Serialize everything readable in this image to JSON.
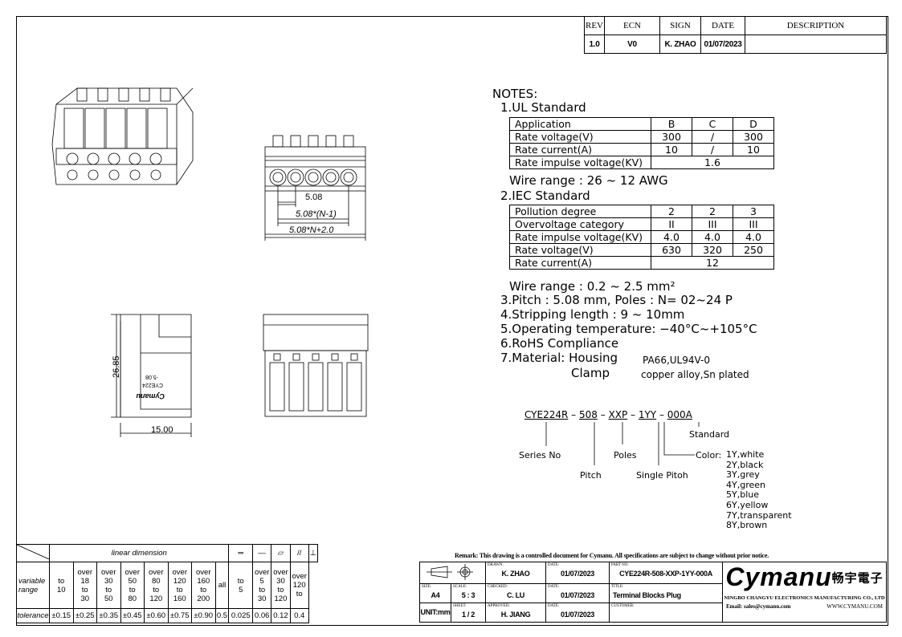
{
  "revision_table": {
    "headers": [
      "REV",
      "ECN",
      "SIGN",
      "DATE",
      "DESCRIPTION"
    ],
    "row": [
      "1.0",
      "V0",
      "K. ZHAO",
      "01/07/2023",
      ""
    ]
  },
  "drawing": {
    "dim_pitch": "5.08",
    "dim_n_minus_1": "5.08*(N-1)",
    "dim_total": "5.08*N+2.0",
    "dim_height": "26.85",
    "dim_width": "15.00",
    "side_label_1": "-5.08",
    "side_label_2": "CYE224",
    "side_label_3": "Cymanu"
  },
  "notes": {
    "heading": "NOTES:",
    "ul_title": "1.UL Standard",
    "ul_table": [
      [
        "Application",
        "B",
        "C",
        "D"
      ],
      [
        "Rate voltage(V)",
        "300",
        "/",
        "300"
      ],
      [
        "Rate current(A)",
        "10",
        "/",
        "10"
      ],
      [
        "Rate impulse voltage(KV)",
        "1.6"
      ]
    ],
    "ul_wire_range": "Wire range : 26 ~ 12 AWG",
    "iec_title": "2.IEC Standard",
    "iec_table": [
      [
        "Pollution degree",
        "2",
        "2",
        "3"
      ],
      [
        "Overvoltage category",
        "II",
        "III",
        "III"
      ],
      [
        "Rate impulse voltage(KV)",
        "4.0",
        "4.0",
        "4.0"
      ],
      [
        "Rate voltage(V)",
        "630",
        "320",
        "250"
      ],
      [
        "Rate current(A)",
        "12"
      ]
    ],
    "iec_wire_range": "Wire range : 0.2 ~ 2.5 mm²",
    "pitch": "3.Pitch : 5.08      mm, Poles : N= 02~24 P",
    "stripping": "4.Stripping length : 9 ~ 10mm",
    "operating_temp": "5.Operating temperature: −40°C~+105°C",
    "rohs": "6.RoHS Compliance",
    "material_label": "7.Material: Housing",
    "material_housing": "PA66,UL94V-0",
    "material_clamp_label": "Clamp",
    "material_clamp": "copper alloy,Sn plated"
  },
  "part_code": {
    "segments": [
      "CYE224R",
      "508",
      "XXP",
      "1YY",
      "000A"
    ],
    "standard_label": "Standard",
    "series_label": "Series No",
    "poles_label": "Poles",
    "pitch_label": "Pitch",
    "single_pitch_label": "Single Pitoh",
    "color_label": "Color:",
    "colors": [
      "1Y,white",
      "2Y,black",
      "3Y,grey",
      "4Y,green",
      "5Y,blue",
      "6Y,yellow",
      "7Y,transparent",
      "8Y,brown"
    ]
  },
  "tolerance_table": {
    "header_linear": "linear dimension",
    "row_label": "variable range",
    "ranges": [
      [
        "to",
        "10"
      ],
      [
        "over",
        "18",
        "to",
        "30"
      ],
      [
        "over",
        "30",
        "to",
        "50"
      ],
      [
        "over",
        "50",
        "to",
        "80"
      ],
      [
        "over",
        "80",
        "to",
        "120"
      ],
      [
        "over",
        "120",
        "to",
        "160"
      ],
      [
        "over",
        "160",
        "to",
        "200"
      ]
    ],
    "all_label": "all",
    "geo_ranges": [
      [
        "to",
        "5"
      ],
      [
        "over",
        "5",
        "to",
        "30"
      ],
      [
        "over",
        "30",
        "to",
        "120"
      ],
      [
        "over",
        "120",
        "to"
      ]
    ],
    "tolerance_label": "tolerance",
    "tolerances": [
      "±0.15",
      "±0.25",
      "±0.35",
      "±0.45",
      "±0.60",
      "±0.75",
      "±0.90",
      "0.5",
      "0.025",
      "0.06",
      "0.12",
      "0.4"
    ]
  },
  "remark": "Remark: This drawing is a controlled document for Cymanu. All specifications are subject to change without prior notice.",
  "title_block": {
    "drawn_label": "DRAWN:",
    "drawn": "K. ZHAO",
    "date_label": "DATE:",
    "drawn_date": "01/07/2023",
    "part_no_label": "PART NO:",
    "part_no": "CYE224R-508-XXP-1YY-000A",
    "size_label": "SIZE:",
    "size": "A4",
    "scale_label": "SCALE:",
    "scale": "5 : 3",
    "checked_label": "CHECKED:",
    "checked": "C. LU",
    "checked_date": "01/07/2023",
    "title_label": "TITLE:",
    "title": "Terminal Blocks Plug",
    "unit": "UNIT:mm",
    "sheet_label": "SHEET:",
    "sheet": "1 / 2",
    "approved_label": "APPROVED:",
    "approved": "H. JIANG",
    "approved_date": "01/07/2023",
    "customer_label": "CUSTOMER:",
    "company_logo": "Cymanu",
    "company_cn": "畅宇電子",
    "company_name": "NINGBO CHANGYU ELECTRONICS MANUFACTURING CO., LTD",
    "email": "Email: sales@cymanu.com",
    "website": "WWW.CYMANU.COM"
  }
}
